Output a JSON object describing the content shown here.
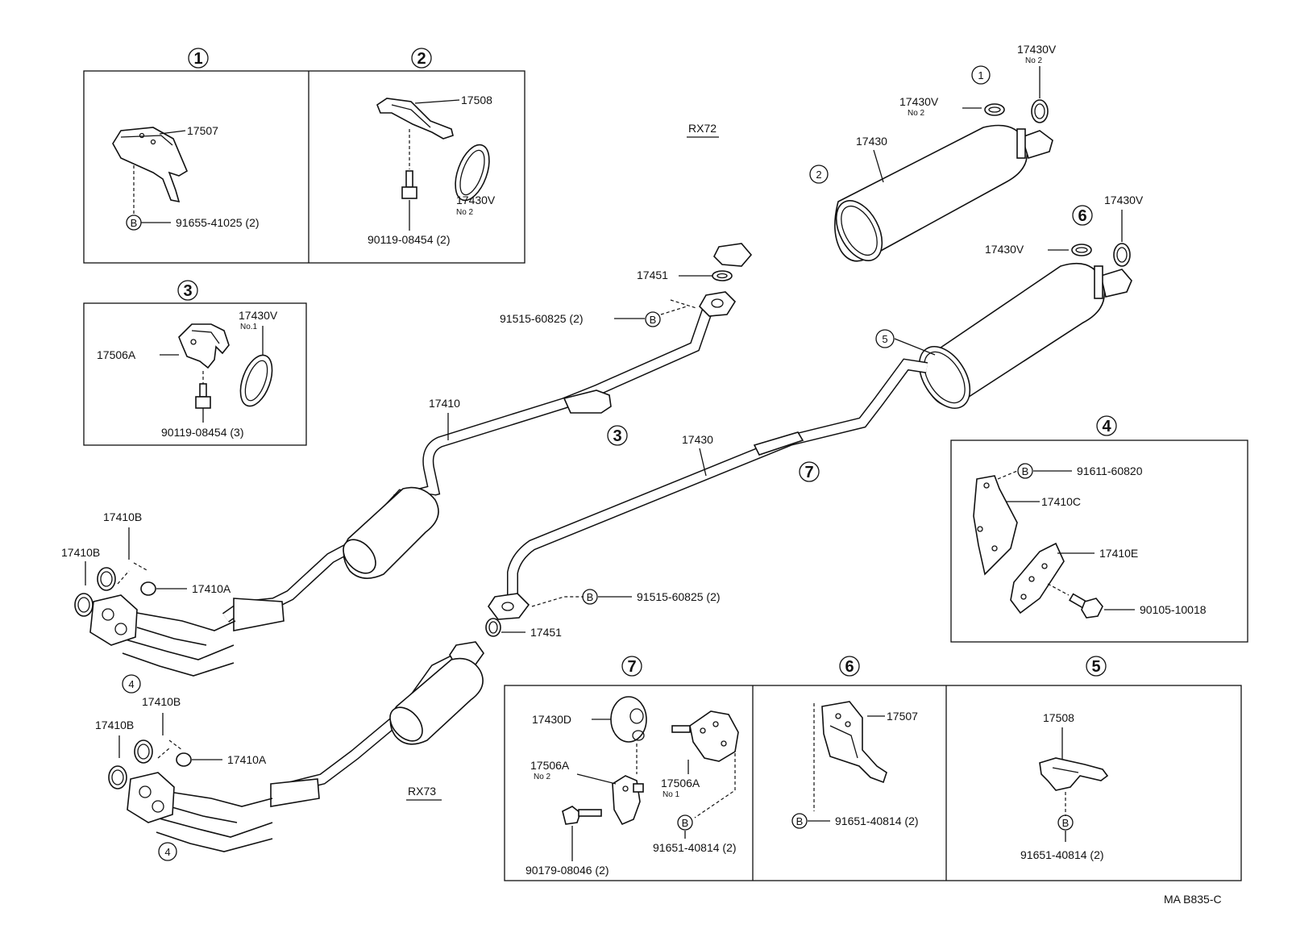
{
  "figure": {
    "code": "MA B835-C",
    "variant_top": "RX72",
    "variant_bottom": "RX73"
  },
  "callouts": {
    "c1": "1",
    "c2": "2",
    "c3": "3",
    "c4": "4",
    "c5": "5",
    "c6": "6",
    "c7": "7",
    "b": "B"
  },
  "insets": {
    "inset1": {
      "parts": [
        "17507",
        "91655-41025 (2)"
      ]
    },
    "inset2": {
      "parts": [
        "17508",
        "17430V",
        "No 2",
        "90119-08454 (2)"
      ]
    },
    "inset3": {
      "parts": [
        "17430V",
        "No.1",
        "17506A",
        "90119-08454 (3)"
      ]
    },
    "inset4": {
      "parts": [
        "91611-60820",
        "17410C",
        "17410E",
        "90105-10018"
      ]
    },
    "inset5": {
      "parts": [
        "17508",
        "91651-40814 (2)"
      ]
    },
    "inset6": {
      "parts": [
        "17507",
        "91651-40814 (2)"
      ]
    },
    "inset7": {
      "parts": [
        "17430D",
        "17506A",
        "No 2",
        "17506A",
        "No 1",
        "91651-40814 (2)",
        "90179-08046 (2)"
      ]
    }
  },
  "main": {
    "rx72": [
      "17430V",
      "No 2",
      "17430V",
      "No 2",
      "17430",
      "17451",
      "91515-60825 (2)",
      "17410"
    ],
    "rx73": [
      "17430V",
      "17430V",
      "17430",
      "91515-60825 (2)",
      "17451"
    ],
    "front_upper": [
      "17410B",
      "17410B",
      "17410A"
    ],
    "front_lower": [
      "17410B",
      "17410B",
      "17410A"
    ]
  }
}
